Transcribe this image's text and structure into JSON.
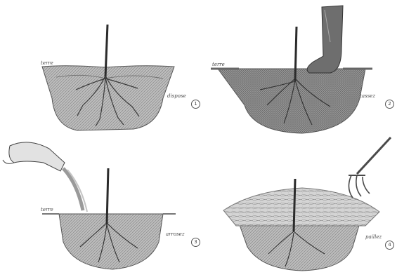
{
  "panels": [
    {
      "id": "1",
      "label": "dispose",
      "number": "1"
    },
    {
      "id": "2",
      "label": "tassez",
      "number": "2"
    },
    {
      "id": "3",
      "label": "arrosez",
      "number": "3"
    },
    {
      "id": "4",
      "label": "paillez",
      "number": "4"
    }
  ],
  "ground_label": "terre",
  "colors": {
    "soil": "#8e8e8e",
    "soil_light": "#c8c8c8",
    "root": "#3a3a3a",
    "stem": "#2b2b2b"
  }
}
